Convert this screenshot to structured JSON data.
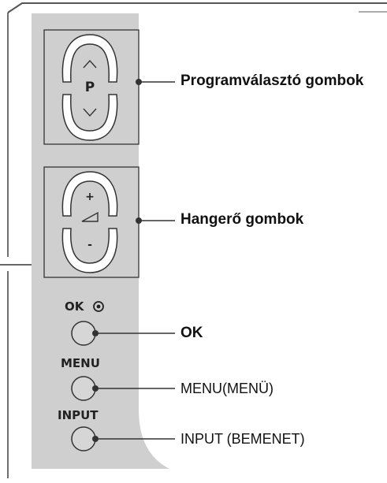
{
  "panel": {
    "program_group": {
      "up_symbol": "^",
      "letter": "P",
      "down_symbol": "v",
      "label": "Programválasztó gombok"
    },
    "volume_group": {
      "plus_symbol": "+",
      "minus_symbol": "-",
      "label": "Hangerő gombok"
    },
    "ok": {
      "caption": "OK",
      "label": "OK"
    },
    "menu": {
      "caption": "MENU",
      "label": "MENU(MENÜ)"
    },
    "input": {
      "caption": "INPUT",
      "label": "INPUT (BEMENET)"
    }
  },
  "colors": {
    "panel_fill": "#cfcfcf",
    "button_fill": "#d6d6d6",
    "stroke": "#333333",
    "bracket": "#555555"
  },
  "icons": {
    "ok_indicator": "target-icon",
    "volume_indicator": "volume-wedge-icon"
  }
}
